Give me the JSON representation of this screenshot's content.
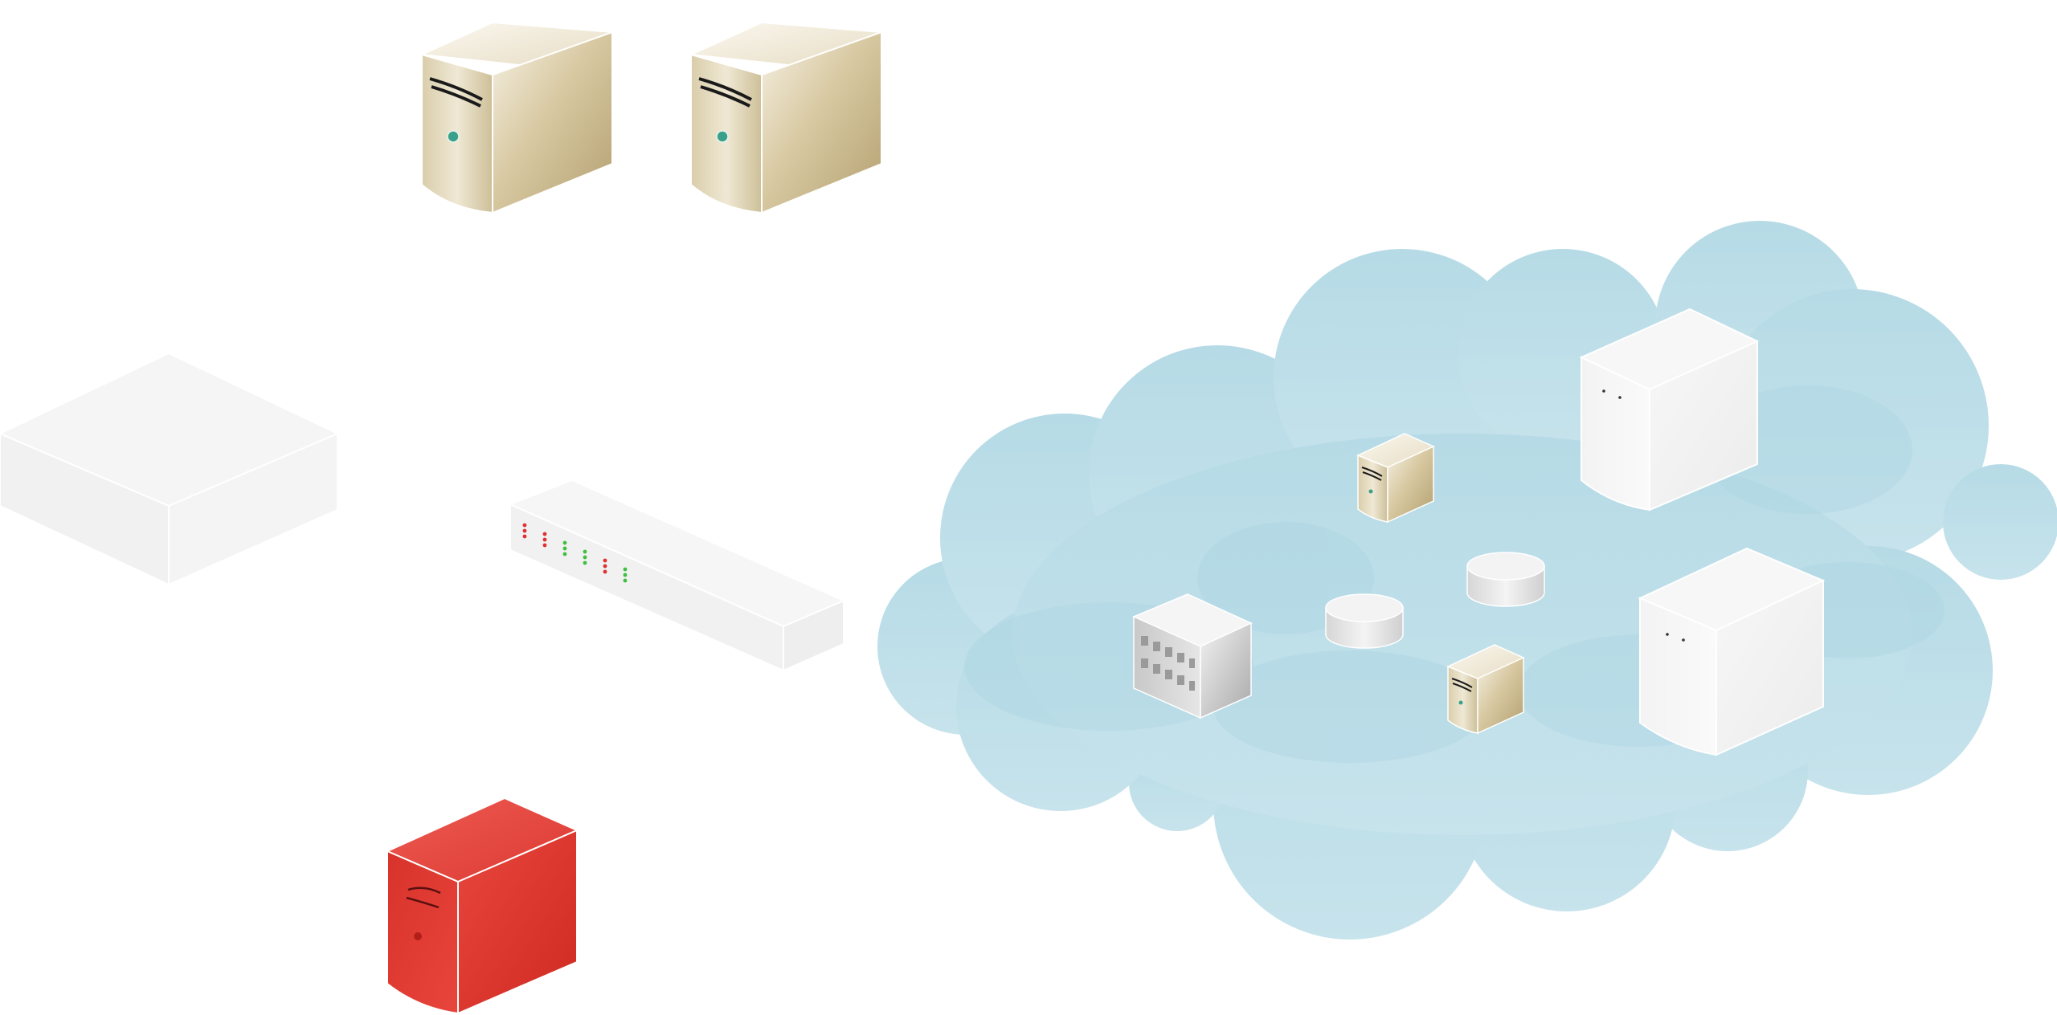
{
  "diagram": {
    "kind": "network-topology",
    "nodes": [
      {
        "name": "server-tower-1",
        "icon": "server-tower-icon",
        "color": "#c9b98f"
      },
      {
        "name": "server-tower-2",
        "icon": "server-tower-icon",
        "color": "#c9b98f"
      },
      {
        "name": "network-appliance",
        "icon": "appliance-box-icon",
        "color": "#f2f2f2"
      },
      {
        "name": "network-switch",
        "icon": "switch-icon",
        "color": "#f2f2f2",
        "port_led_colors": [
          "#e03030",
          "#e03030",
          "#3fbf3f",
          "#3fbf3f",
          "#e03030",
          "#3fbf3f"
        ]
      },
      {
        "name": "server-tower-red",
        "icon": "server-tower-icon",
        "color": "#e03a32"
      },
      {
        "name": "cloud",
        "icon": "cloud-icon",
        "color": "#bde0ea",
        "contents": [
          {
            "name": "cloud-server-small-1",
            "icon": "server-tower-icon",
            "color": "#c9b98f"
          },
          {
            "name": "cloud-server-small-2",
            "icon": "server-tower-icon",
            "color": "#c9b98f"
          },
          {
            "name": "cloud-datastore-1",
            "icon": "database-disk-icon",
            "color": "#e8e8e8"
          },
          {
            "name": "cloud-datastore-2",
            "icon": "database-disk-icon",
            "color": "#e8e8e8"
          },
          {
            "name": "cloud-building",
            "icon": "building-icon",
            "color": "#dcdcdc"
          },
          {
            "name": "cloud-white-server-1",
            "icon": "white-cabinet-icon",
            "color": "#f4f4f4"
          },
          {
            "name": "cloud-white-server-2",
            "icon": "white-cabinet-icon",
            "color": "#f4f4f4"
          }
        ]
      }
    ]
  }
}
